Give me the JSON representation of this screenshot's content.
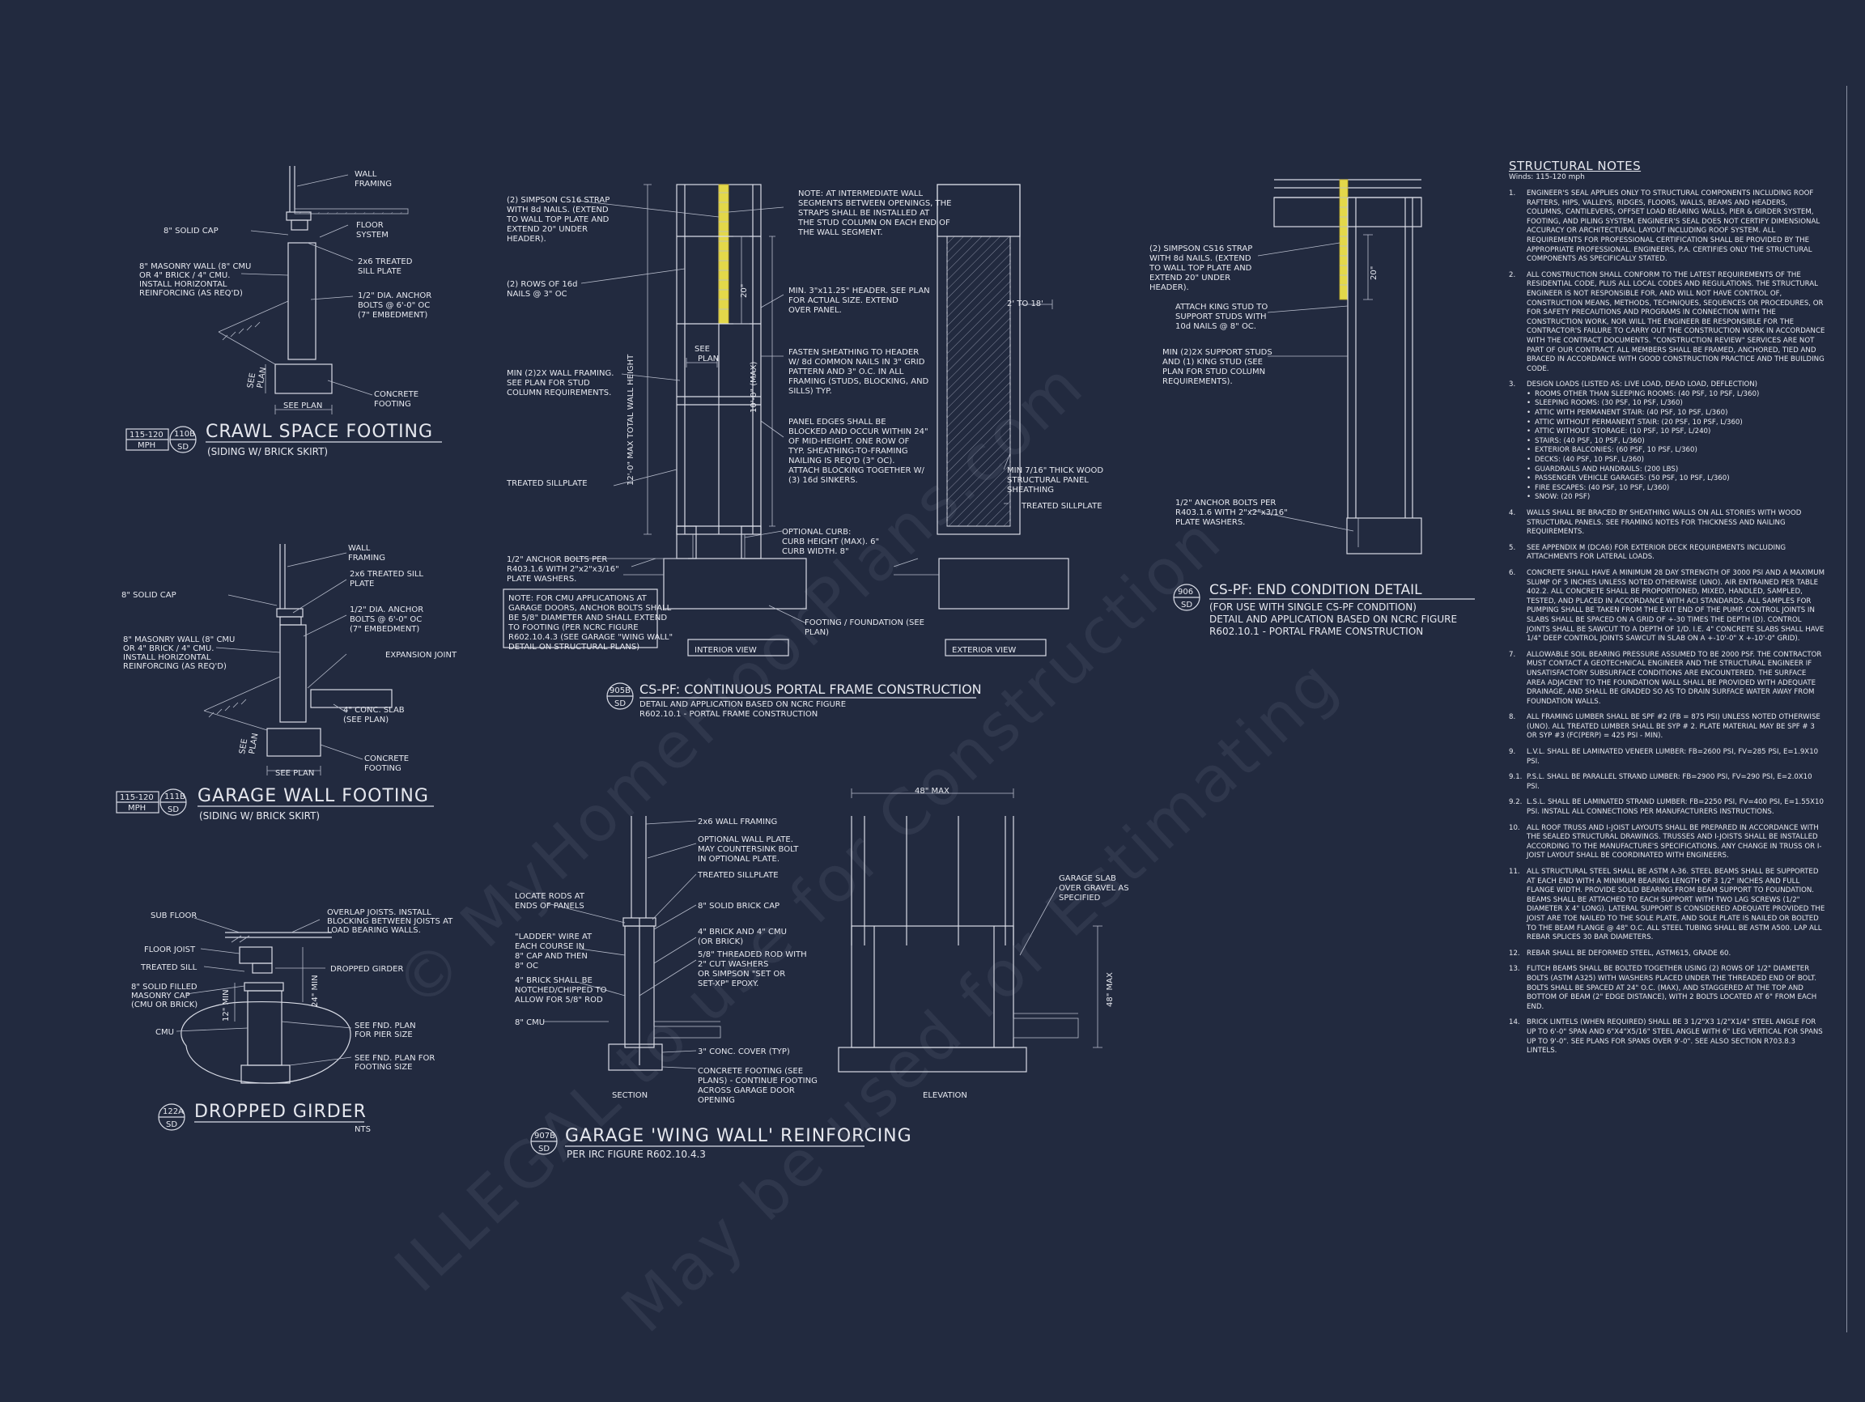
{
  "details": [
    {
      "id": "crawl",
      "wind_tag": [
        "115-120",
        "MPH"
      ],
      "bubble": [
        "110B",
        "SD"
      ],
      "title": "CRAWL SPACE FOOTING",
      "subtitle": "(SIDING W/ BRICK SKIRT)",
      "labels": [
        "WALL",
        "FRAMING",
        "8\" SOLID CAP",
        "FLOOR",
        "SYSTEM",
        "8\" MASONRY WALL (8\" CMU",
        "OR 4\" BRICK / 4\" CMU.",
        "INSTALL HORIZONTAL",
        "REINFORCING (AS REQ'D)",
        "2x6 TREATED",
        "SILL PLATE",
        "1/2\" DIA. ANCHOR",
        "BOLTS @ 6'-0\" OC",
        "(7\" EMBEDMENT)",
        "SEE",
        "PLAN",
        "SEE PLAN",
        "CONCRETE",
        "FOOTING"
      ]
    },
    {
      "id": "garage",
      "wind_tag": [
        "115-120",
        "MPH"
      ],
      "bubble": [
        "111B",
        "SD"
      ],
      "title": "GARAGE WALL FOOTING",
      "subtitle": "(SIDING W/ BRICK SKIRT)",
      "labels": [
        "WALL",
        "FRAMING",
        "8\" SOLID CAP",
        "2x6 TREATED SILL",
        "PLATE",
        "8\" MASONRY WALL (8\" CMU",
        "OR 4\" BRICK / 4\" CMU.",
        "INSTALL HORIZONTAL",
        "REINFORCING (AS REQ'D)",
        "1/2\" DIA. ANCHOR",
        "BOLTS @ 6'-0\" OC",
        "(7\" EMBEDMENT)",
        "EXPANSION JOINT",
        "4\" CONC. SLAB",
        "(SEE PLAN)",
        "SEE",
        "PLAN",
        "SEE PLAN",
        "CONCRETE",
        "FOOTING"
      ]
    },
    {
      "id": "girder",
      "bubble": [
        "122A",
        "SD"
      ],
      "title": "DROPPED GIRDER",
      "subtitle": "NTS",
      "labels": [
        "SUB FLOOR",
        "OVERLAP JOISTS. INSTALL",
        "BLOCKING BETWEEN JOISTS AT",
        "LOAD BEARING WALLS.",
        "FLOOR JOIST",
        "TREATED SILL",
        "DROPPED GIRDER",
        "8\" SOLID FILLED",
        "MASONRY CAP",
        "(CMU OR BRICK)",
        "CMU",
        "12\" MIN",
        "24\" MIN",
        "SEE FND. PLAN",
        "FOR PIER SIZE",
        "SEE FND. PLAN FOR",
        "FOOTING SIZE"
      ]
    },
    {
      "id": "portal",
      "bubble": [
        "905B",
        "SD"
      ],
      "title": "CS-PF: CONTINUOUS PORTAL FRAME CONSTRUCTION",
      "subtitle_lines": [
        "DETAIL AND APPLICATION BASED ON NCRC FIGURE",
        "R602.10.1 - PORTAL FRAME CONSTRUCTION"
      ],
      "left_labels": [
        "(2) SIMPSON CS16 STRAP",
        "WITH 8d NAILS. (EXTEND",
        "TO WALL TOP PLATE AND",
        "EXTEND 20\" UNDER",
        "HEADER).",
        "(2) ROWS OF 16d",
        "NAILS @ 3\" OC",
        "MIN (2)2X WALL FRAMING.",
        "SEE PLAN FOR STUD",
        "COLUMN REQUIREMENTS.",
        "TREATED SILLPLATE",
        "1/2\" ANCHOR BOLTS PER",
        "R403.1.6 WITH 2\"x2\"x3/16\"",
        "PLATE WASHERS."
      ],
      "note_box": [
        "NOTE: FOR CMU APPLICATIONS AT",
        "GARAGE DOORS, ANCHOR BOLTS SHALL",
        "BE 5/8\" DIAMETER AND SHALL EXTEND",
        "TO FOOTING (PER NCRC FIGURE",
        "R602.10.4.3 (SEE GARAGE \"WING WALL\"",
        "DETAIL ON STRUCTURAL PLANS)"
      ],
      "mid_labels": [
        "NOTE: AT INTERMEDIATE WALL",
        "SEGMENTS BETWEEN OPENINGS, THE",
        "STRAPS SHALL BE INSTALLED AT",
        "THE STUD COLUMN ON EACH END OF",
        "THE WALL SEGMENT.",
        "MIN. 3\"x11.25\" HEADER. SEE PLAN",
        "FOR ACTUAL SIZE. EXTEND",
        "OVER PANEL.",
        "FASTEN SHEATHING TO HEADER",
        "W/ 8d COMMON NAILS IN 3\" GRID",
        "PATTERN AND 3\" O.C. IN ALL",
        "FRAMING (STUDS, BLOCKING, AND",
        "SILLS) TYP.",
        "PANEL EDGES SHALL BE",
        "BLOCKED AND OCCUR WITHIN 24\"",
        "OF MID-HEIGHT. ONE ROW OF",
        "TYP. SHEATHING-TO-FRAMING",
        "NAILING IS REQ'D (3\" OC).",
        "ATTACH BLOCKING TOGETHER W/",
        "(3) 16d SINKERS.",
        "OPTIONAL CURB:",
        "CURB HEIGHT (MAX). 6\"",
        "CURB WIDTH. 8\"",
        "FOOTING / FOUNDATION (SEE",
        "PLAN)"
      ],
      "right_labels": [
        "2' TO 18'",
        "MIN 7/16\" THICK WOOD",
        "STRUCTURAL PANEL",
        "SHEATHING",
        "TREATED SILLPLATE"
      ],
      "dims": [
        "20\"",
        "12'-0\" MAX TOTAL WALL HEIGHT",
        "10'-0\" (MAX)",
        "SEE",
        "PLAN"
      ],
      "view_labels": [
        "INTERIOR VIEW",
        "EXTERIOR VIEW"
      ]
    },
    {
      "id": "endcond",
      "bubble": [
        "906",
        "SD"
      ],
      "title": "CS-PF: END CONDITION DETAIL",
      "subtitle_lines": [
        "(FOR USE WITH SINGLE CS-PF CONDITION)",
        "DETAIL AND APPLICATION BASED ON NCRC FIGURE",
        "R602.10.1 - PORTAL FRAME CONSTRUCTION"
      ],
      "labels": [
        "(2) SIMPSON CS16 STRAP",
        "WITH 8d NAILS. (EXTEND",
        "TO WALL TOP PLATE AND",
        "EXTEND 20\" UNDER",
        "HEADER).",
        "ATTACH KING STUD TO",
        "SUPPORT STUDS WITH",
        "10d NAILS @ 8\" OC.",
        "MIN (2)2X SUPPORT STUDS",
        "AND (1) KING STUD (SEE",
        "PLAN FOR STUD COLUMN",
        "REQUIREMENTS).",
        "1/2\" ANCHOR BOLTS PER",
        "R403.1.6 WITH 2\"x2\"x3/16\"",
        "PLATE WASHERS.",
        "20\""
      ]
    },
    {
      "id": "wingwall",
      "bubble": [
        "907B",
        "SD"
      ],
      "title": "GARAGE 'WING WALL' REINFORCING",
      "subtitle": "PER IRC FIGURE R602.10.4.3",
      "labels": [
        "2x6 WALL FRAMING",
        "OPTIONAL WALL PLATE.",
        "MAY COUNTERSINK BOLT",
        "IN OPTIONAL PLATE.",
        "LOCATE RODS AT",
        "ENDS OF PANELS",
        "TREATED SILLPLATE",
        "8\" SOLID BRICK CAP",
        "\"LADDER\" WIRE AT",
        "EACH COURSE IN",
        "8\" CAP AND THEN",
        "8\" OC",
        "4\" BRICK AND 4\" CMU",
        "(OR BRICK)",
        "5/8\" THREADED ROD WITH",
        "2\" CUT WASHERS",
        "OR SIMPSON \"SET OR",
        "SET-XP\" EPOXY.",
        "4\" BRICK SHALL BE",
        "NOTCHED/CHIPPED TO",
        "ALLOW FOR 5/8\" ROD",
        "8\" CMU",
        "3\" CONC. COVER (TYP)",
        "CONCRETE FOOTING (SEE",
        "PLANS) - CONTINUE FOOTING",
        "ACROSS GARAGE DOOR",
        "OPENING",
        "48\" MAX",
        "GARAGE SLAB",
        "OVER GRAVEL AS",
        "SPECIFIED",
        "48\" MAX"
      ],
      "view_labels": [
        "SECTION",
        "ELEVATION"
      ]
    }
  ],
  "notes": {
    "heading": "STRUCTURAL NOTES",
    "wind": "Winds: 115-120 mph",
    "items": [
      {
        "n": "1.",
        "t": "ENGINEER'S SEAL APPLIES ONLY TO STRUCTURAL COMPONENTS INCLUDING ROOF RAFTERS, HIPS, VALLEYS, RIDGES, FLOORS, WALLS, BEAMS AND HEADERS, COLUMNS, CANTILEVERS, OFFSET LOAD BEARING WALLS, PIER & GIRDER SYSTEM, FOOTING, AND PILING SYSTEM. ENGINEER'S SEAL DOES NOT CERTIFY DIMENSIONAL ACCURACY OR ARCHITECTURAL LAYOUT INCLUDING ROOF SYSTEM. ALL REQUIREMENTS FOR PROFESSIONAL CERTIFICATION SHALL BE PROVIDED BY THE APPROPRIATE PROFESSIONAL. ENGINEERS, P.A. CERTIFIES ONLY THE STRUCTURAL COMPONENTS AS SPECIFICALLY STATED."
      },
      {
        "n": "2.",
        "t": "ALL CONSTRUCTION SHALL CONFORM TO THE LATEST REQUIREMENTS OF THE RESIDENTIAL CODE, PLUS ALL LOCAL CODES AND REGULATIONS. THE STRUCTURAL ENGINEER IS NOT RESPONSIBLE FOR, AND WILL NOT HAVE CONTROL OF, CONSTRUCTION MEANS, METHODS, TECHNIQUES, SEQUENCES OR PROCEDURES, OR FOR SAFETY PRECAUTIONS AND PROGRAMS IN CONNECTION WITH THE CONSTRUCTION WORK, NOR WILL THE ENGINEER BE RESPONSIBLE FOR THE CONTRACTOR'S FAILURE TO CARRY OUT THE CONSTRUCTION WORK IN ACCORDANCE WITH THE CONTRACT DOCUMENTS. \"CONSTRUCTION REVIEW\" SERVICES ARE NOT PART OF OUR CONTRACT. ALL MEMBERS SHALL BE FRAMED, ANCHORED, TIED AND BRACED IN ACCORDANCE WITH GOOD CONSTRUCTION PRACTICE AND THE BUILDING CODE."
      },
      {
        "n": "3.",
        "t": "DESIGN LOADS (LISTED AS: LIVE LOAD, DEAD LOAD, DEFLECTION)",
        "bullets": [
          "ROOMS OTHER THAN SLEEPING ROOMS: (40 PSF, 10 PSF, L/360)",
          "SLEEPING ROOMS: (30 PSF, 10 PSF, L/360)",
          "ATTIC WITH PERMANENT STAIR: (40 PSF, 10 PSF, L/360)",
          "ATTIC WITHOUT PERMANENT STAIR: (20 PSF, 10 PSF, L/360)",
          "ATTIC WITHOUT STORAGE: (10 PSF, 10 PSF, L/240)",
          "STAIRS: (40 PSF, 10 PSF, L/360)",
          "EXTERIOR BALCONIES: (60 PSF, 10 PSF, L/360)",
          "DECKS: (40 PSF, 10 PSF, L/360)",
          "GUARDRAILS AND HANDRAILS: (200 LBS)",
          "PASSENGER VEHICLE GARAGES: (50 PSF, 10 PSF, L/360)",
          "FIRE ESCAPES: (40 PSF, 10 PSF, L/360)",
          "SNOW: (20 PSF)"
        ]
      },
      {
        "n": "4.",
        "t": "WALLS SHALL BE BRACED BY SHEATHING WALLS ON ALL STORIES WITH WOOD STRUCTURAL PANELS. SEE FRAMING NOTES FOR THICKNESS AND NAILING REQUIREMENTS."
      },
      {
        "n": "5.",
        "t": "SEE APPENDIX M (DCA6) FOR EXTERIOR DECK REQUIREMENTS INCLUDING ATTACHMENTS FOR LATERAL LOADS."
      },
      {
        "n": "6.",
        "t": "CONCRETE SHALL HAVE A MINIMUM 28 DAY STRENGTH OF 3000 PSI AND A MAXIMUM SLUMP OF 5 INCHES UNLESS NOTED OTHERWISE (UNO). AIR ENTRAINED PER TABLE 402.2. ALL CONCRETE SHALL BE PROPORTIONED, MIXED, HANDLED, SAMPLED, TESTED, AND PLACED IN ACCORDANCE WITH ACI STANDARDS. ALL SAMPLES FOR PUMPING SHALL BE TAKEN FROM THE EXIT END OF THE PUMP. CONTROL JOINTS IN SLABS SHALL BE SPACED ON A GRID OF +-30 TIMES THE DEPTH (D). CONTROL JOINTS SHALL BE SAWCUT TO A DEPTH OF 1/D. I.E. 4\" CONCRETE SLABS SHALL HAVE 1/4\" DEEP CONTROL JOINTS SAWCUT IN SLAB ON A +-10'-0\" x +-10'-0\" GRID)."
      },
      {
        "n": "7.",
        "t": "ALLOWABLE SOIL BEARING PRESSURE ASSUMED TO BE 2000 PSF. THE CONTRACTOR MUST CONTACT A GEOTECHNICAL ENGINEER AND THE STRUCTURAL ENGINEER IF UNSATISFACTORY SUBSURFACE CONDITIONS ARE ENCOUNTERED. THE SURFACE AREA ADJACENT TO THE FOUNDATION WALL SHALL BE PROVIDED WITH ADEQUATE DRAINAGE, AND SHALL BE GRADED SO AS TO DRAIN SURFACE WATER AWAY FROM FOUNDATION WALLS."
      },
      {
        "n": "8.",
        "t": "ALL FRAMING LUMBER SHALL BE SPF #2 (Fb = 875 PSI) UNLESS NOTED OTHERWISE (UNO). ALL TREATED LUMBER SHALL BE SYP # 2. PLATE MATERIAL MAY BE SPF # 3 OR SYP #3 (Fc(perp) = 425 PSI - MIN)."
      },
      {
        "n": "9.",
        "t": "L.V.L. SHALL BE LAMINATED VENEER LUMBER: Fb=2600 PSI, Fv=285 PSI, E=1.9x10 PSI."
      },
      {
        "n": "9.1.",
        "t": "P.S.L. SHALL BE PARALLEL STRAND LUMBER: Fb=2900 PSI, Fv=290 PSI, E=2.0x10 PSI."
      },
      {
        "n": "9.2.",
        "t": "L.S.L. SHALL BE LAMINATED STRAND LUMBER: Fb=2250 PSI, Fv=400 PSI, E=1.55x10 PSI. INSTALL ALL CONNECTIONS PER MANUFACTURERS INSTRUCTIONS."
      },
      {
        "n": "10.",
        "t": "ALL ROOF TRUSS AND I-JOIST LAYOUTS SHALL BE PREPARED IN ACCORDANCE WITH THE SEALED STRUCTURAL DRAWINGS. TRUSSES AND I-JOISTS SHALL BE INSTALLED ACCORDING TO THE MANUFACTURE'S SPECIFICATIONS. ANY CHANGE IN TRUSS OR I-JOIST LAYOUT SHALL BE COORDINATED WITH ENGINEERS."
      },
      {
        "n": "11.",
        "t": "ALL STRUCTURAL STEEL SHALL BE ASTM A-36. STEEL BEAMS SHALL BE SUPPORTED AT EACH END WITH A MINIMUM BEARING LENGTH OF 3 1/2\" INCHES AND FULL FLANGE WIDTH. PROVIDE SOLID BEARING FROM BEAM SUPPORT TO FOUNDATION. BEAMS SHALL BE ATTACHED TO EACH SUPPORT WITH TWO LAG SCREWS (1/2\" DIAMETER x 4\" LONG). LATERAL SUPPORT IS CONSIDERED ADEQUATE PROVIDED THE JOIST ARE TOE NAILED TO THE SOLE PLATE, AND SOLE PLATE IS NAILED OR BOLTED TO THE BEAM FLANGE @ 48\" O.C. ALL STEEL TUBING SHALL BE ASTM A500. LAP ALL REBAR SPLICES 30 BAR DIAMETERS."
      },
      {
        "n": "12.",
        "t": "REBAR SHALL BE DEFORMED STEEL, ASTM615, GRADE 60."
      },
      {
        "n": "13.",
        "t": "FLITCH BEAMS SHALL BE BOLTED TOGETHER USING (2) ROWS OF 1/2\" DIAMETER BOLTS (ASTM A325) WITH WASHERS PLACED UNDER THE THREADED END OF BOLT. BOLTS SHALL BE SPACED AT 24\" O.C. (MAX), AND STAGGERED AT THE TOP AND BOTTOM OF BEAM (2\" EDGE DISTANCE), WITH 2 BOLTS LOCATED AT 6\" FROM EACH END."
      },
      {
        "n": "14.",
        "t": "BRICK LINTELS (WHEN REQUIRED) SHALL BE 3 1/2\"x3 1/2\"x1/4\" STEEL ANGLE FOR UP TO 6'-0\" SPAN AND 6\"x4\"x5/16\" STEEL ANGLE WITH 6\" LEG VERTICAL FOR SPANS UP TO 9'-0\". SEE PLANS FOR SPANS OVER 9'-0\". SEE ALSO SECTION R703.8.3 LINTELS."
      }
    ]
  },
  "watermark": [
    "© MyHomeFloorPlans.com",
    "ILLEGAL to use for Construction",
    "May be used for Estimating"
  ],
  "colors": {
    "background": "#222a3f",
    "line": "#d9dce6",
    "strap": "#e3d84a",
    "watermark": "#3a4258"
  }
}
